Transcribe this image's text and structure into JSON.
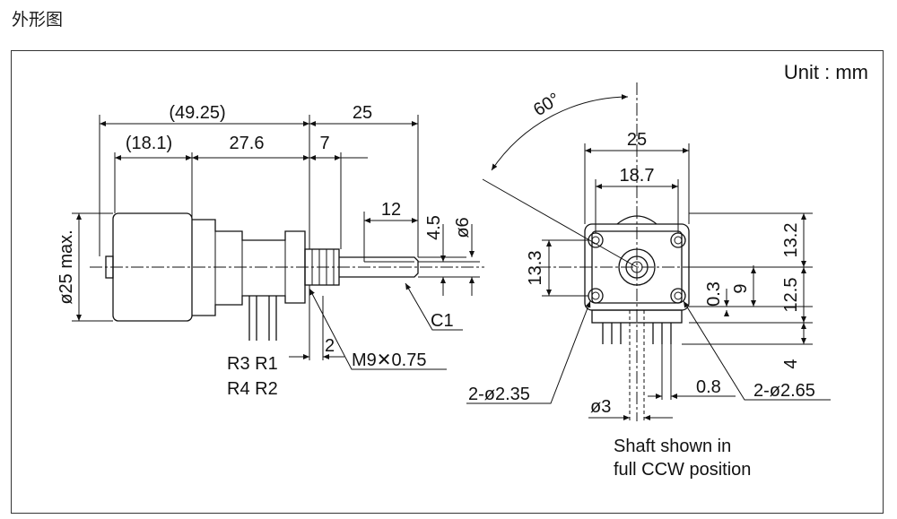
{
  "title": "外形图",
  "unit_label": "Unit : mm",
  "side_view": {
    "dim_overall": "(49.25)",
    "dim_shaft_total": "25",
    "dim_body": "(18.1)",
    "dim_bushing": "27.6",
    "dim_thread": "7",
    "dim_flat_len": "12",
    "dim_flat": "4.5",
    "dim_shaft_dia": "ø6",
    "dim_body_dia": "ø25 max.",
    "chamfer": "C1",
    "dim_2": "2",
    "thread_spec": "M9✕0.75",
    "terminals_row1": "R3 R1",
    "terminals_row2": "R4 R2"
  },
  "front_view": {
    "angle": "60°",
    "dim_width": "25",
    "dim_hole_pitch": "18.7",
    "dim_height_left": "13.3",
    "dim_13_2": "13.2",
    "dim_0_3": "0.3",
    "dim_9": "9",
    "dim_12_5": "12.5",
    "dim_4": "4",
    "holes_left": "2-ø2.35",
    "holes_right": "2-ø2.65",
    "dim_pin": "ø3",
    "dim_0_8": "0.8",
    "note_line1": "Shaft shown in",
    "note_line2": "full CCW position"
  }
}
